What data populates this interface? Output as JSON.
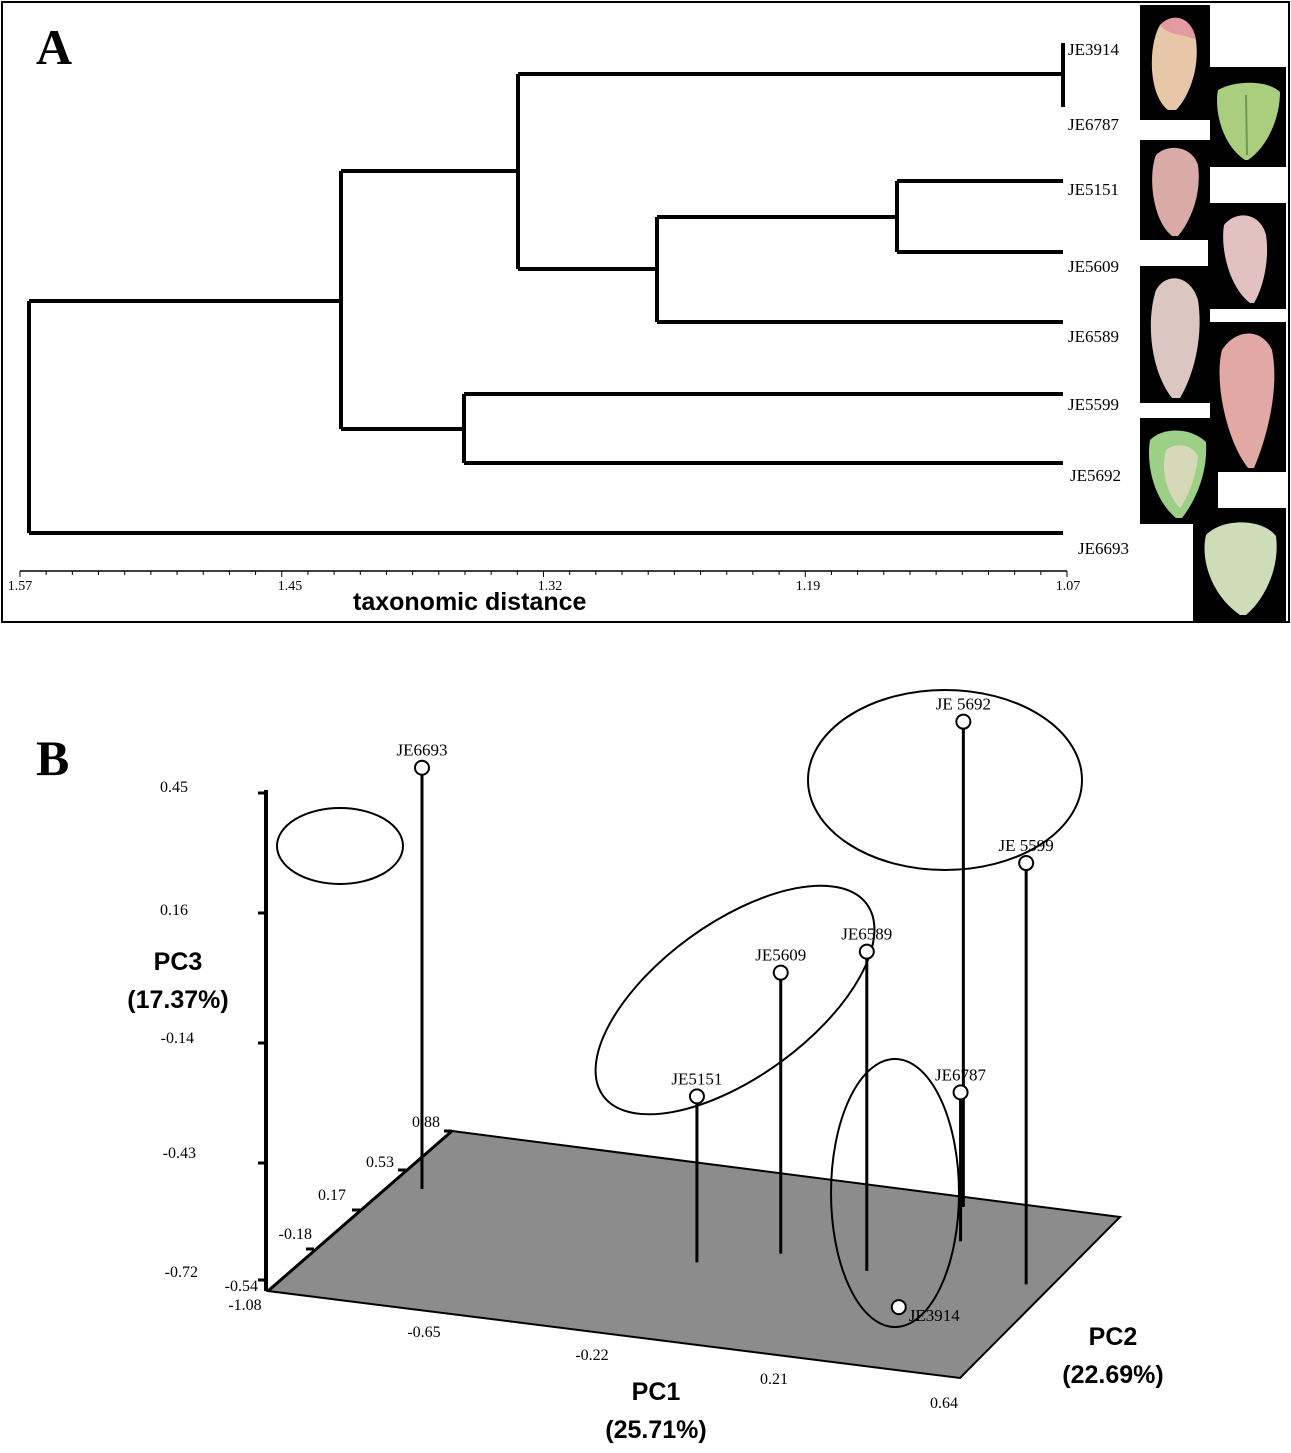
{
  "panelA": {
    "letter": "A",
    "axis_label": "taxonomic distance",
    "ticks": [
      "1.57",
      "1.45",
      "1.32",
      "1.19",
      "1.07"
    ]
  },
  "panelB": {
    "letter": "B",
    "pc1_label": "PC1",
    "pc1_pct": "(25.71%)",
    "pc2_label": "PC2",
    "pc2_pct": "(22.69%)",
    "pc3_label": "PC3",
    "pc3_pct": "(17.37%)"
  },
  "colors": {
    "plane": "#8c8c8c",
    "ink": "#000000",
    "petal_pink": "#d9a9ad",
    "petal_green": "#a9cf7e",
    "petal_cream": "#cfd9b6"
  },
  "chart_data": [
    {
      "type": "dendrogram",
      "xlabel": "taxonomic distance",
      "xlim": [
        1.57,
        1.07
      ],
      "x_ticks": [
        1.57,
        1.45,
        1.32,
        1.19,
        1.07
      ],
      "leaves": [
        "JE3914",
        "JE6787",
        "JE5151",
        "JE5609",
        "JE6589",
        "JE5599",
        "JE5692",
        "JE6693"
      ],
      "merges": [
        {
          "children": [
            "JE3914",
            "JE6787"
          ],
          "height": 1.07
        },
        {
          "children": [
            "JE5151",
            "JE5609"
          ],
          "height": 1.16
        },
        {
          "children": [
            "JE5151+JE5609",
            "JE6589"
          ],
          "height": 1.26
        },
        {
          "children": [
            "JE3914+JE6787",
            "JE5151+JE5609+JE6589"
          ],
          "height": 1.33
        },
        {
          "children": [
            "JE5599",
            "JE5692"
          ],
          "height": 1.37
        },
        {
          "children": [
            "group1",
            "JE5599+JE5692"
          ],
          "height": 1.42
        },
        {
          "children": [
            "group2",
            "JE6693"
          ],
          "height": 1.57
        }
      ]
    },
    {
      "type": "scatter",
      "projection": "3d",
      "xlabel": "PC1 (25.71%)",
      "ylabel": "PC2 (22.69%)",
      "zlabel": "PC3 (17.37%)",
      "x_ticks": [
        -1.08,
        -0.65,
        -0.22,
        0.21,
        0.64
      ],
      "y_ticks": [
        -0.54,
        -0.18,
        0.17,
        0.53,
        0.88
      ],
      "z_ticks": [
        -0.72,
        -0.43,
        -0.14,
        0.16,
        0.45
      ],
      "points": [
        {
          "label": "JE6693",
          "x": -1.0,
          "y": 0.4,
          "z": 0.27
        },
        {
          "label": "JE5151",
          "x": -0.22,
          "y": 0.1,
          "z": -0.33
        },
        {
          "label": "JE5609",
          "x": -0.06,
          "y": 0.25,
          "z": -0.06
        },
        {
          "label": "JE6589",
          "x": 0.17,
          "y": 0.2,
          "z": 0.03
        },
        {
          "label": "JE 5692",
          "x": 0.22,
          "y": 0.79,
          "z": 0.42
        },
        {
          "label": "JE 5599",
          "x": 0.55,
          "y": 0.25,
          "z": 0.27
        },
        {
          "label": "JE6787",
          "x": 0.3,
          "y": 0.52,
          "z": -0.37
        },
        {
          "label": "JE3914",
          "x": 0.33,
          "y": -0.05,
          "z": -0.72
        }
      ]
    }
  ]
}
